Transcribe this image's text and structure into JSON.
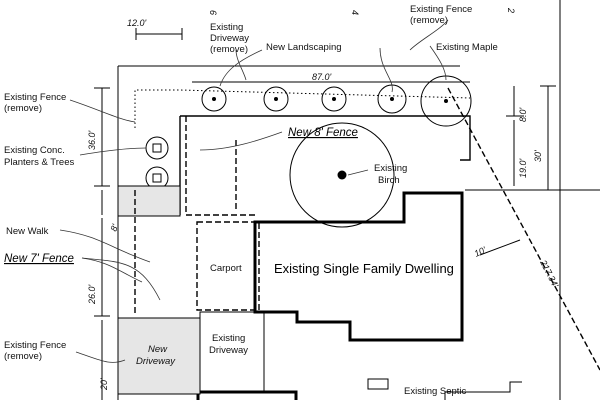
{
  "labels": {
    "existing_fence_top": "Existing Fence",
    "remove": "(remove)",
    "existing_driveway_top": "Existing",
    "driveway_word": "Driveway",
    "new_landscaping": "New Landscaping",
    "existing_maple": "Existing Maple",
    "existing_fence_left": "Existing Fence",
    "existing_conc": "Existing Conc.",
    "planters_trees": "Planters & Trees",
    "new_8_fence": "New 8' Fence",
    "existing_birch_1": "Existing",
    "existing_birch_2": "Birch",
    "new_walk": "New  Walk",
    "new_7_fence": "New 7' Fence",
    "carport": "Carport",
    "dwelling": "Existing Single Family Dwelling",
    "existing_fence_bottom": "Existing Fence",
    "new_driveway_1": "New",
    "new_driveway_2": "Driveway",
    "existing_driveway_b1": "Existing",
    "existing_driveway_b2": "Driveway",
    "existing_septic": "Existing Septic"
  },
  "dimensions": {
    "d12": "12.0'",
    "d87": "87.0'",
    "d36": "36.0'",
    "d8a": "8.0'",
    "d19": "19.0'",
    "d30": "30'",
    "d8b": "8'",
    "d26": "26.0'",
    "d20": "20'",
    "d10": "10'",
    "d217": "217.34'"
  },
  "markers": {
    "m6": "6",
    "m4": "4",
    "m2": "2"
  }
}
